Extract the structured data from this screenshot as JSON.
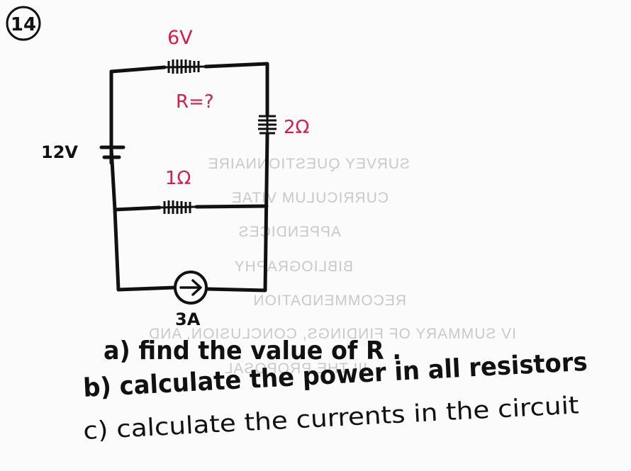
{
  "problem_number": "14",
  "labels": {
    "top_voltage": "6V",
    "top_resistance": "R=?",
    "right_resistance": "2Ω",
    "middle_resistance": "1Ω",
    "source_voltage": "12V",
    "current_source": "3A"
  },
  "questions": [
    {
      "text": "a) find the value of R ."
    },
    {
      "text": "b) calculate the power in all resistors"
    },
    {
      "text": "c) calculate the currents in the circuit"
    }
  ],
  "ghost_text": [
    {
      "text": "SURVEY QUESTIONNAIRE"
    },
    {
      "text": "CURRICULUM VITAE"
    },
    {
      "text": "APPENDICES"
    },
    {
      "text": "BIBLIOGRAPHY"
    },
    {
      "text": "RECOMMENDATION"
    },
    {
      "text": "IV   SUMMARY OF FINDINGS, CONCLUSION, AND"
    },
    {
      "text": "III   THE PROPOSAL"
    }
  ],
  "colors": {
    "ink": "#111111",
    "accent": "#d81b4a",
    "ghost": "#c9c9c9"
  }
}
